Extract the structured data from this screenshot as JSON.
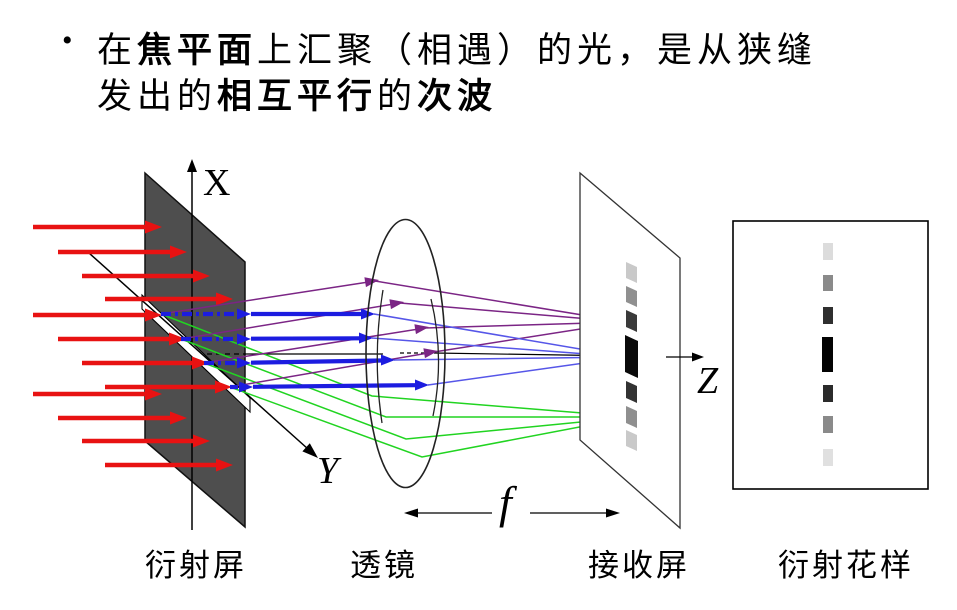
{
  "title": {
    "bullet": "•",
    "line1": {
      "pre": "在",
      "bold1": "焦平面",
      "rest": "上汇聚（相遇）的光，是从狭缝"
    },
    "line2": {
      "pre": "发出的",
      "bold1": "相互平行",
      "mid": "的",
      "bold2": "次波"
    }
  },
  "axis_labels": {
    "x": "X",
    "y": "Y",
    "z": "Z",
    "f": "f"
  },
  "captions": {
    "diffraction_screen": "衍射屏",
    "lens": "透镜",
    "receiving_screen": "接收屏",
    "diffraction_pattern": "衍射花样"
  },
  "colors": {
    "red": "#e81212",
    "blue_thick": "#1c1ce0",
    "blue_thin": "#5656e8",
    "purple": "#7b2585",
    "green": "#21d421",
    "screen_fill": "#4e4e4e",
    "axis_black": "#000000"
  },
  "receiver_stripes": [
    {
      "color": "#c9c9c9"
    },
    {
      "color": "#909090"
    },
    {
      "color": "#3a3a3a"
    },
    {
      "color": "#0a0a0a"
    },
    {
      "color": "#333333"
    },
    {
      "color": "#8f8f8f"
    },
    {
      "color": "#c9c9c9"
    }
  ],
  "pattern_bars": [
    {
      "color": "#dcdcdc"
    },
    {
      "color": "#8a8a8a"
    },
    {
      "color": "#2f2f2f"
    },
    {
      "color": "#030303"
    },
    {
      "color": "#2b2b2b"
    },
    {
      "color": "#8a8a8a"
    },
    {
      "color": "#e0e0e0"
    }
  ]
}
